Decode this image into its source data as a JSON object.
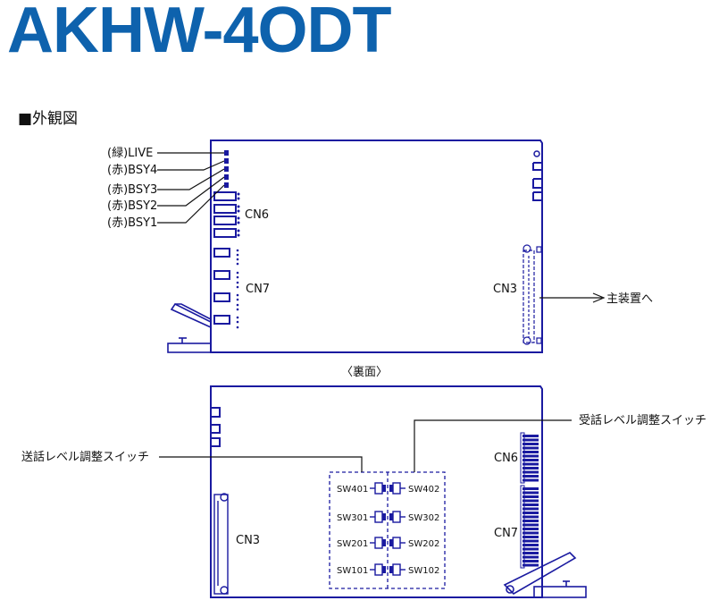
{
  "title": "AKHW-4ODT",
  "section_heading": "■外観図",
  "colors": {
    "title": "#0e62ad",
    "outline": "#1a1aa0",
    "line": "#111111"
  },
  "front_view": {
    "leds": [
      "(緑)LIVE",
      "(赤)BSY4",
      "(赤)BSY3",
      "(赤)BSY2",
      "(赤)BSY1"
    ],
    "connectors": {
      "cn6": "CN6",
      "cn7": "CN7",
      "cn3": "CN3"
    },
    "main_unit_label": "主装置へ"
  },
  "back_caption": "〈裏面〉",
  "back_view": {
    "send_switch_label": "送話レベル調整スイッチ",
    "receive_switch_label": "受話レベル調整スイッチ",
    "connectors": {
      "cn3": "CN3",
      "cn6": "CN6",
      "cn7": "CN7"
    },
    "send_switches": [
      "SW401",
      "SW301",
      "SW201",
      "SW101"
    ],
    "receive_switches": [
      "SW402",
      "SW302",
      "SW202",
      "SW102"
    ]
  }
}
